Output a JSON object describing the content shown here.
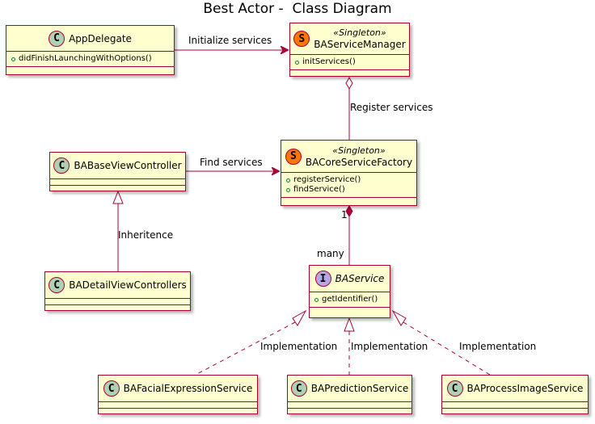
{
  "title": "Best Actor -  Class Diagram",
  "colors": {
    "class_fill": "#FEFECE",
    "class_border": "#A80036",
    "badge_class": "#ADD1B2",
    "badge_singleton": "#FF7700",
    "badge_interface": "#B4A7E5"
  },
  "classes": {
    "app_delegate": {
      "badge": "C",
      "name": "AppDelegate",
      "methods": [
        "didFinishLaunchingWithOptions()"
      ]
    },
    "service_manager": {
      "badge": "S",
      "stereotype": "«Singleton»",
      "name": "BAServiceManager",
      "methods": [
        "initServices()"
      ]
    },
    "core_service_factory": {
      "badge": "S",
      "stereotype": "«Singleton»",
      "name": "BACoreServiceFactory",
      "methods": [
        "registerService()",
        "findService()"
      ]
    },
    "base_view_controller": {
      "badge": "C",
      "name": "BABaseViewController",
      "methods": []
    },
    "detail_view_controllers": {
      "badge": "C",
      "name": "BADetailViewControllers",
      "methods": []
    },
    "service": {
      "badge": "I",
      "name": "BAService",
      "methods": [
        "getIdentifier()"
      ]
    },
    "facial_expression_service": {
      "badge": "C",
      "name": "BAFacialExpressionService",
      "methods": []
    },
    "prediction_service": {
      "badge": "C",
      "name": "BAPredictionService",
      "methods": []
    },
    "process_image_service": {
      "badge": "C",
      "name": "BAProcessImageService",
      "methods": []
    }
  },
  "relations": {
    "initialize_services": "Initialize services",
    "register_services": "Register services",
    "find_services": "Find services",
    "inheritence": "Inheritence",
    "multiplicity_one": "1",
    "multiplicity_many": "many",
    "implementation_1": "Implementation",
    "implementation_2": "Implementation",
    "implementation_3": "Implementation"
  }
}
